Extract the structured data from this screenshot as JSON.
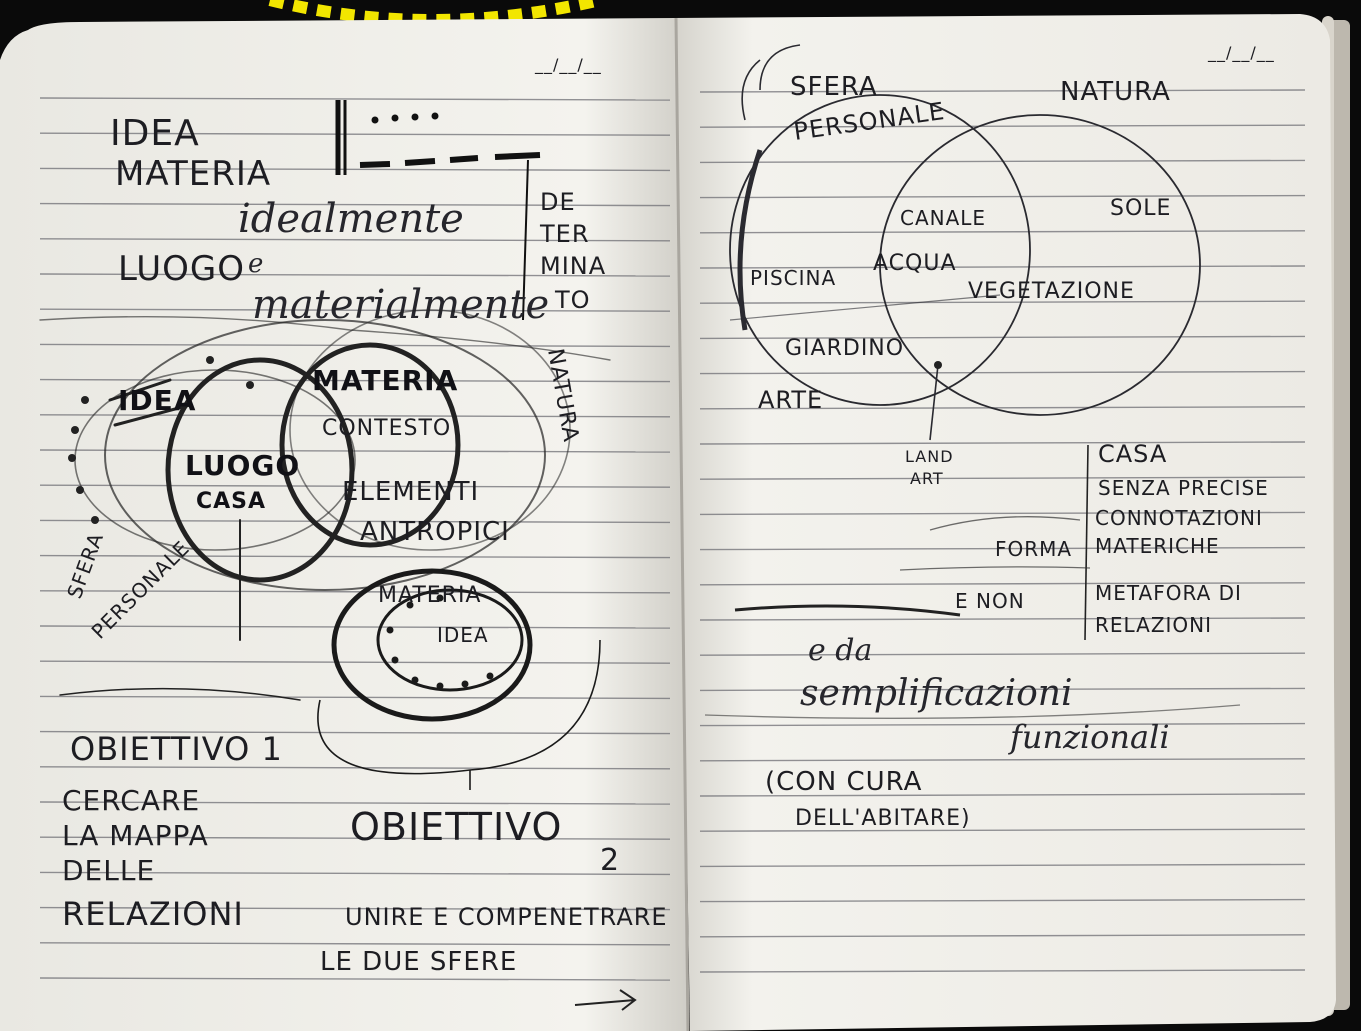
{
  "left_page": {
    "date_mark": "__/__/__",
    "header_lines": [
      "IDEA",
      "MATERIA"
    ],
    "luogo": "LUOGO",
    "ideal": [
      "idealmente",
      "e",
      "materialmente"
    ],
    "determinato": [
      "DE",
      "TER",
      "MINA",
      "TO"
    ],
    "natura_vertical": "NATURA",
    "venn": {
      "idea": "IDEA",
      "materia": "MATERIA",
      "luogo": "LUOGO",
      "casa": "CASA",
      "contesto": "CONTESTO",
      "elementi": [
        "ELEMENTI",
        "ANTROPICI"
      ],
      "sfera": [
        "SFERA",
        "PERSONALE"
      ]
    },
    "small_circle": {
      "materia": "MATERIA",
      "idea": "IDEA"
    },
    "obiettivo1": "OBIETTIVO 1",
    "cercare": [
      "CERCARE",
      "LA MAPPA",
      "DELLE",
      "RELAZIONI"
    ],
    "obiettivo2": "OBIETTIVO",
    "obiettivo2_num": "2",
    "unire": [
      "UNIRE E COMPENETRARE",
      "LE DUE SFERE"
    ]
  },
  "right_page": {
    "date_mark": "__/__/__",
    "sfera": [
      "SFERA",
      "PERSONALE"
    ],
    "natura": "NATURA",
    "canale": "CANALE",
    "sole": "SOLE",
    "piscina": "PISCINA",
    "acqua": "ACQUA",
    "vegetazione": "VEGETAZIONE",
    "giardino": "GIARDINO",
    "arte": "ARTE",
    "land_art": [
      "LAND",
      "ART"
    ],
    "casa_list": [
      "CASA",
      "SENZA PRECISE",
      "CONNOTAZIONI",
      "MATERICHE"
    ],
    "forma": "FORMA",
    "e_non": "E NON",
    "metafora": [
      "METAFORA DI",
      "RELAZIONI"
    ],
    "da": "e da",
    "semplificazioni": "semplificazioni",
    "funzionali": "funzionali",
    "con_cura": [
      "(CON CURA",
      "DELL'ABITARE)"
    ]
  }
}
